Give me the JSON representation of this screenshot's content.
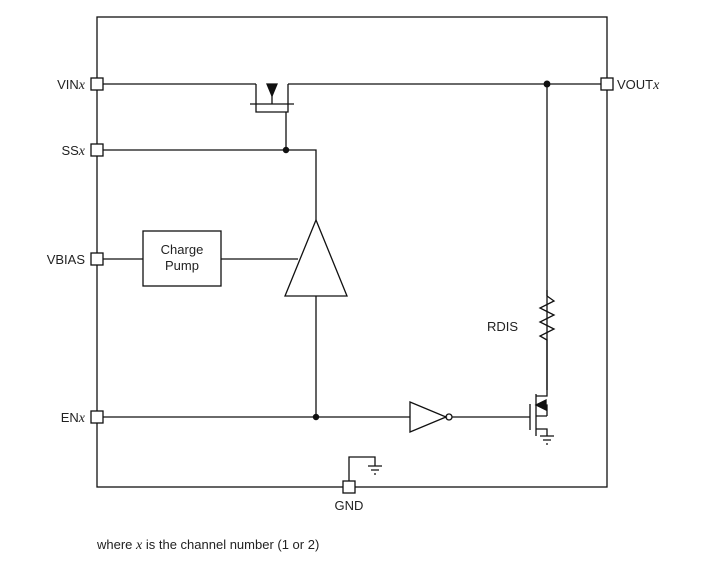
{
  "pins": {
    "vin": {
      "label": "VIN",
      "suffix": "x"
    },
    "ss": {
      "label": "SS",
      "suffix": "x"
    },
    "vbias": {
      "label": "VBIAS"
    },
    "en": {
      "label": "EN",
      "suffix": "x"
    },
    "vout": {
      "label": "VOUT",
      "suffix": "x"
    },
    "gnd": {
      "label": "GND"
    }
  },
  "blocks": {
    "charge_pump": {
      "line1": "Charge",
      "line2": "Pump"
    },
    "resistor": {
      "label": "RDIS"
    }
  },
  "footnote": {
    "prefix": "where ",
    "var": "x",
    "suffix": " is the channel number (1 or 2)"
  }
}
